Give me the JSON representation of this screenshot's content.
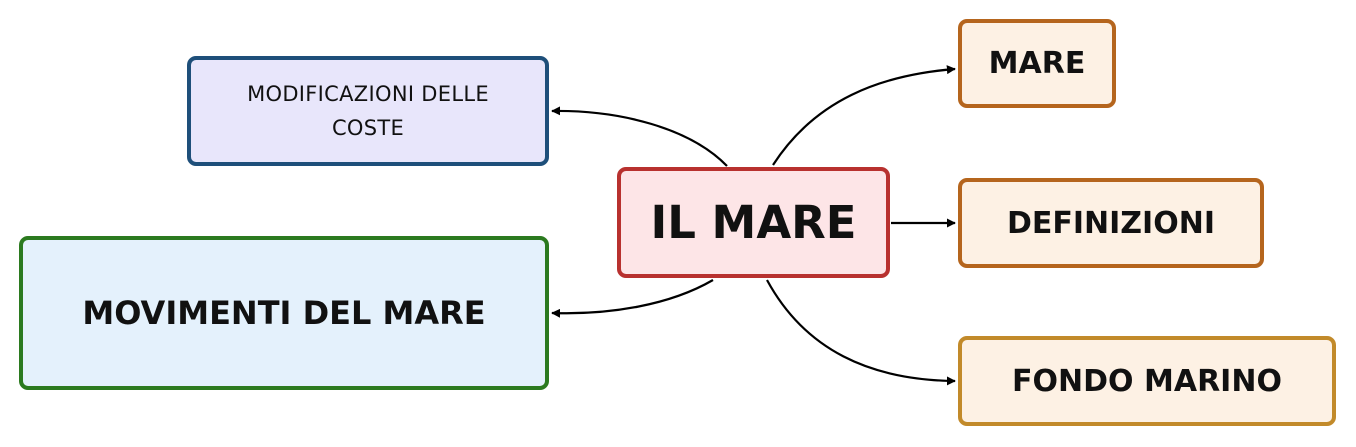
{
  "diagram": {
    "center": {
      "label": "IL MARE",
      "fill": "#fde5e7",
      "stroke": "#b8312f"
    },
    "branches": [
      {
        "key": "coste",
        "label": "MODIFICAZIONI DELLE COSTE",
        "fill": "#e8e6fb",
        "stroke": "#1e4f7a"
      },
      {
        "key": "movimenti",
        "label": "MOVIMENTI DEL MARE",
        "fill": "#e4f1fc",
        "stroke": "#2b7a1f"
      },
      {
        "key": "mare",
        "label": "MARE",
        "fill": "#fdf1e4",
        "stroke": "#b5651d"
      },
      {
        "key": "definizioni",
        "label": "DEFINIZIONI",
        "fill": "#fdf1e4",
        "stroke": "#b5651d"
      },
      {
        "key": "fondo",
        "label": "FONDO MARINO",
        "fill": "#fdf1e4",
        "stroke": "#c28a2a"
      }
    ],
    "edges": [
      {
        "from": "center",
        "to": "coste"
      },
      {
        "from": "center",
        "to": "movimenti"
      },
      {
        "from": "center",
        "to": "mare"
      },
      {
        "from": "center",
        "to": "definizioni"
      },
      {
        "from": "center",
        "to": "fondo"
      }
    ],
    "edge_color": "#000000"
  }
}
